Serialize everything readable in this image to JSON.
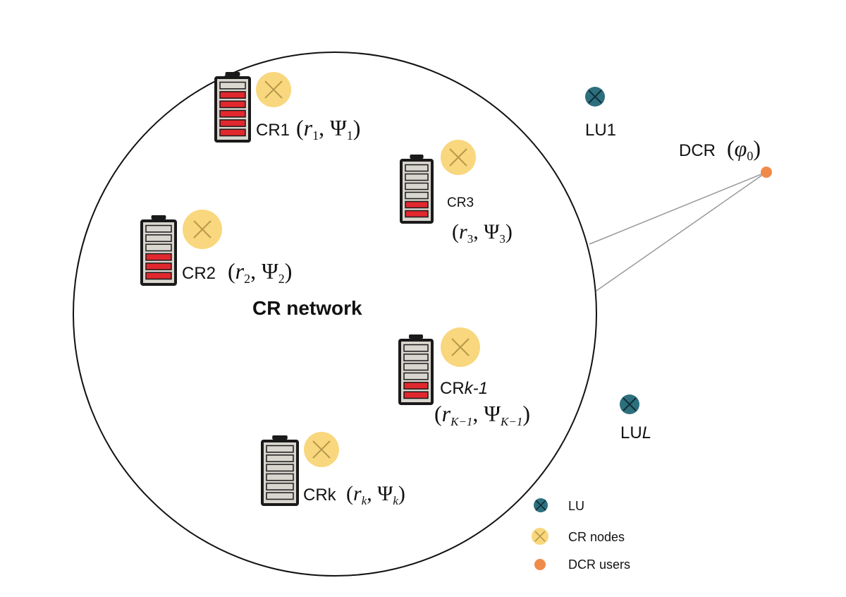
{
  "network": {
    "title": "CR network"
  },
  "nodes": [
    {
      "id": "cr1",
      "label": "CR1",
      "r": "r",
      "r_sub": "1",
      "psi": "Ψ",
      "psi_sub": "1",
      "battery_level": 5
    },
    {
      "id": "cr2",
      "label": "CR2",
      "r": "r",
      "r_sub": "2",
      "psi": "Ψ",
      "psi_sub": "2",
      "battery_level": 3
    },
    {
      "id": "cr3",
      "label": "CR3",
      "r": "r",
      "r_sub": "3",
      "psi": "Ψ",
      "psi_sub": "3",
      "battery_level": 2
    },
    {
      "id": "crk1",
      "label_prefix": "CR",
      "label_italic": "k-1",
      "r": "r",
      "r_sub": "K−1",
      "psi": "Ψ",
      "psi_sub": "K−1",
      "battery_level": 2
    },
    {
      "id": "crk",
      "label": "CRk",
      "r": "r",
      "r_sub": "k",
      "psi": "Ψ",
      "psi_sub": "k",
      "battery_level": 0
    }
  ],
  "licensed_users": [
    {
      "label": "LU1"
    },
    {
      "label_prefix": "LU",
      "label_italic": "L"
    }
  ],
  "dcr": {
    "label": "DCR",
    "phi": "φ",
    "phi_sub": "0"
  },
  "legend": [
    {
      "label": "LU",
      "icon": "lu-icon"
    },
    {
      "label": "CR nodes",
      "icon": "cr-node-icon"
    },
    {
      "label": "DCR users",
      "icon": "dcr-user-icon"
    }
  ],
  "colors": {
    "cr_node": "#f9d77e",
    "lu": "#2e6f7e",
    "dcr": "#f08a4b",
    "battery_charged": "#e0282e",
    "battery_empty": "#d9d6cf"
  }
}
